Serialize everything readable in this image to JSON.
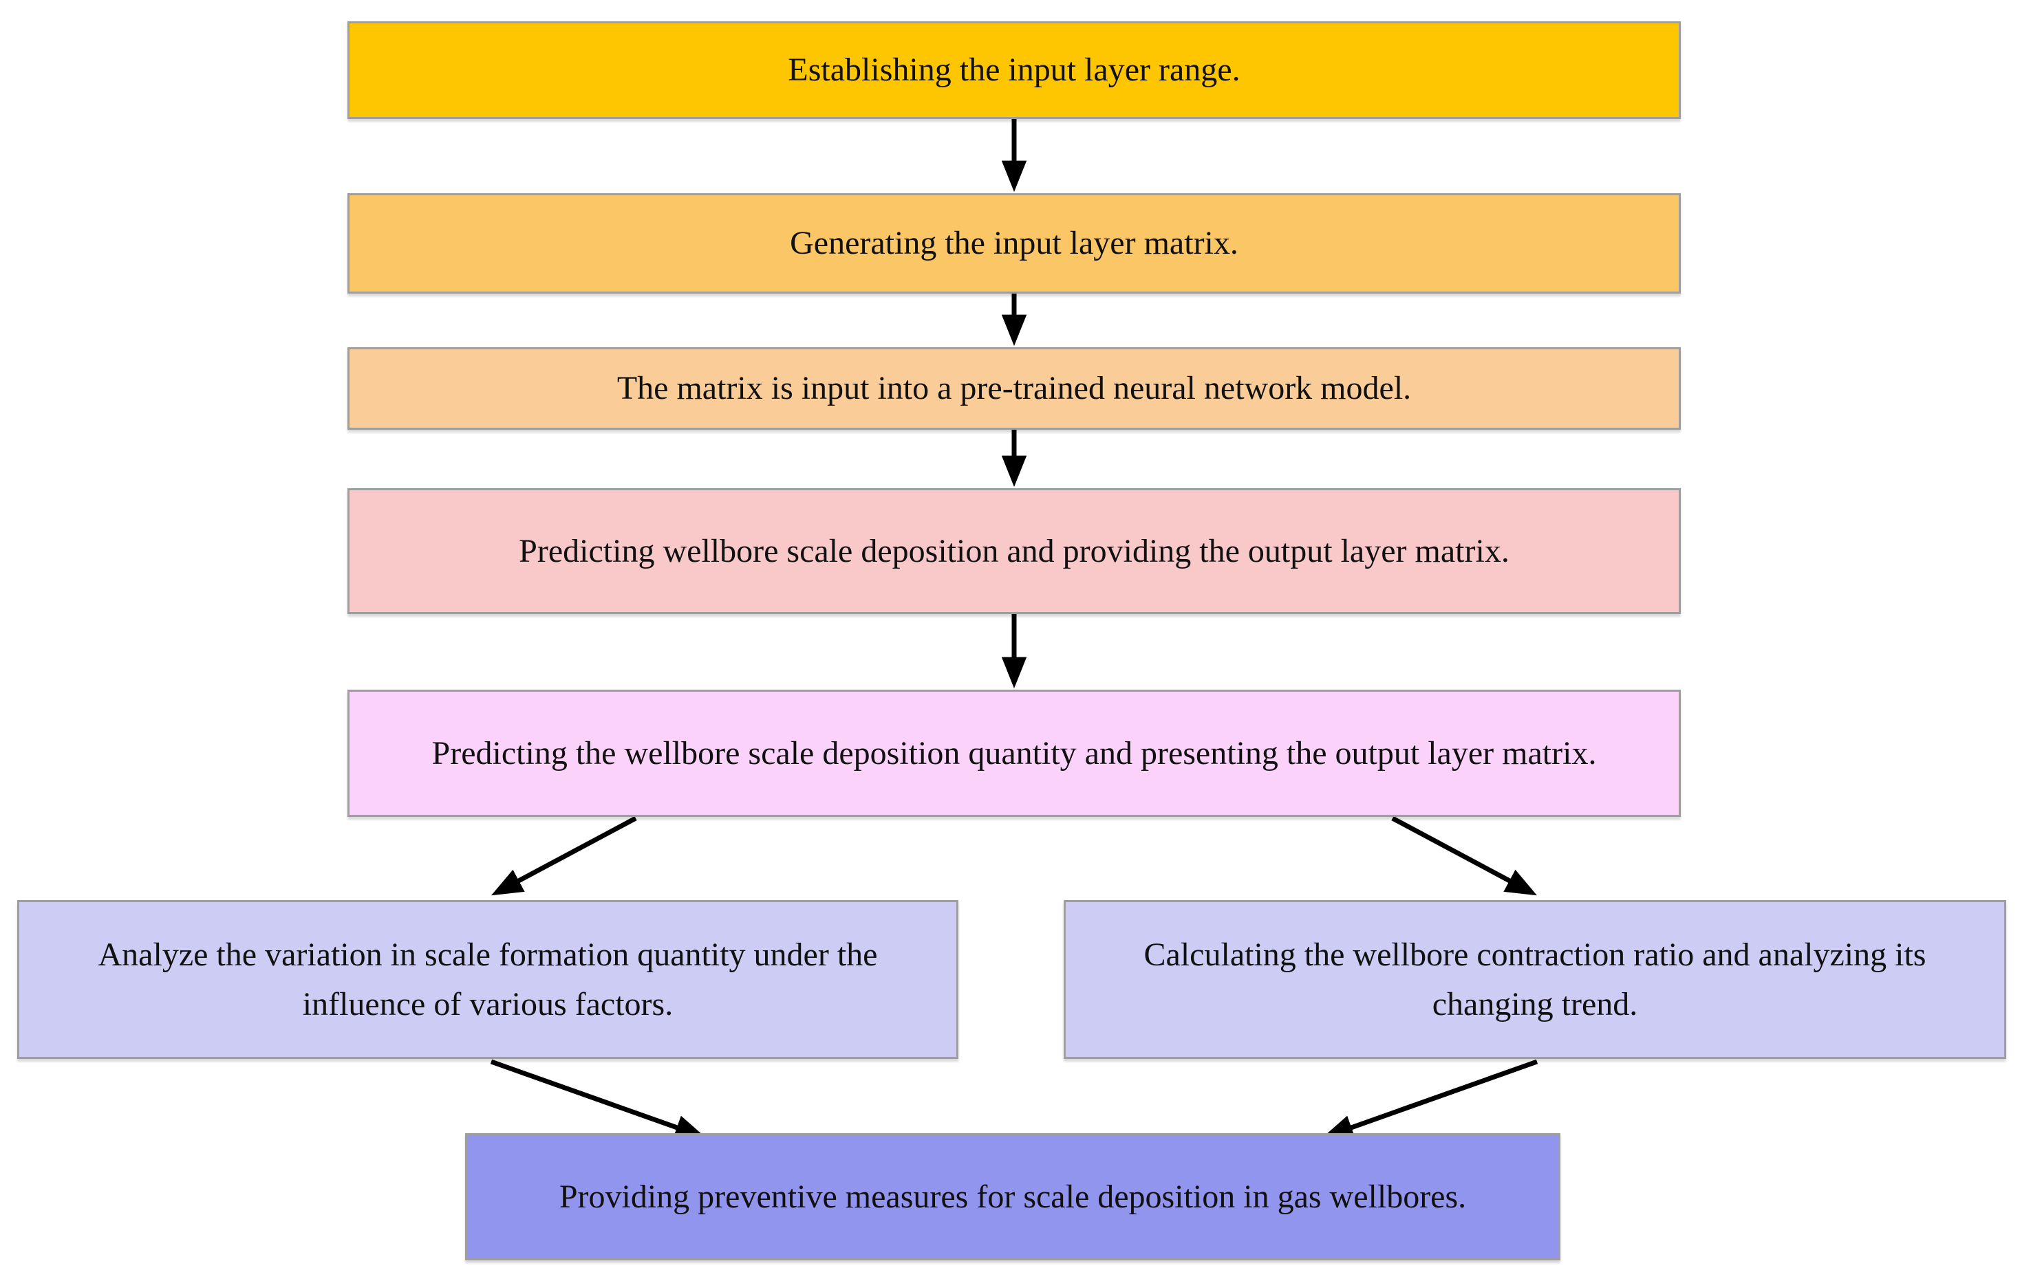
{
  "figure": {
    "type": "flowchart",
    "background": "#ffffff",
    "text_color": "#111111",
    "border_color": "#9e9e9e"
  },
  "nodes": {
    "step1": {
      "label": "Establishing the input layer range.",
      "bg": "#FEC600"
    },
    "step2": {
      "label": "Generating the input layer matrix.",
      "bg": "#FAC666"
    },
    "step3": {
      "label": "The matrix is input into a pre-trained neural network model.",
      "bg": "#FACC98"
    },
    "step4": {
      "label": "Predicting wellbore scale deposition and providing the output layer matrix.",
      "bg": "#F9C8C9"
    },
    "step5": {
      "label": "Predicting the wellbore scale deposition quantity and presenting the output layer matrix.",
      "bg": "#FBD2FA"
    },
    "branch_left": {
      "label": "Analyze the variation in scale formation quantity under the influence of various factors.",
      "bg": "#CCCCF4"
    },
    "branch_right": {
      "label": "Calculating the wellbore contraction ratio and analyzing its changing trend.",
      "bg": "#CCCCF4"
    },
    "final": {
      "label": "Providing preventive measures for scale deposition in gas wellbores.",
      "bg": "#9295EE"
    }
  },
  "arrows": {
    "color": "#000000",
    "edges": [
      "step1->step2",
      "step2->step3",
      "step3->step4",
      "step4->step5",
      "step5->branch_left",
      "step5->branch_right",
      "branch_left->final",
      "branch_right->final"
    ]
  }
}
